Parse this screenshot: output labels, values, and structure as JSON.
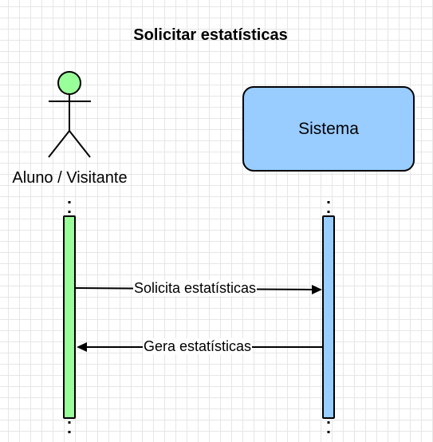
{
  "diagram": {
    "title": "Solicitar estatísticas",
    "actor": {
      "label": "Aluno / Visitante",
      "color": "#99ff99"
    },
    "system": {
      "label": "Sistema",
      "color": "#99ccff"
    },
    "messages": [
      {
        "label": "Solicita estatísticas",
        "from": "actor",
        "to": "system"
      },
      {
        "label": "Gera estatísticas",
        "from": "system",
        "to": "actor"
      }
    ]
  }
}
